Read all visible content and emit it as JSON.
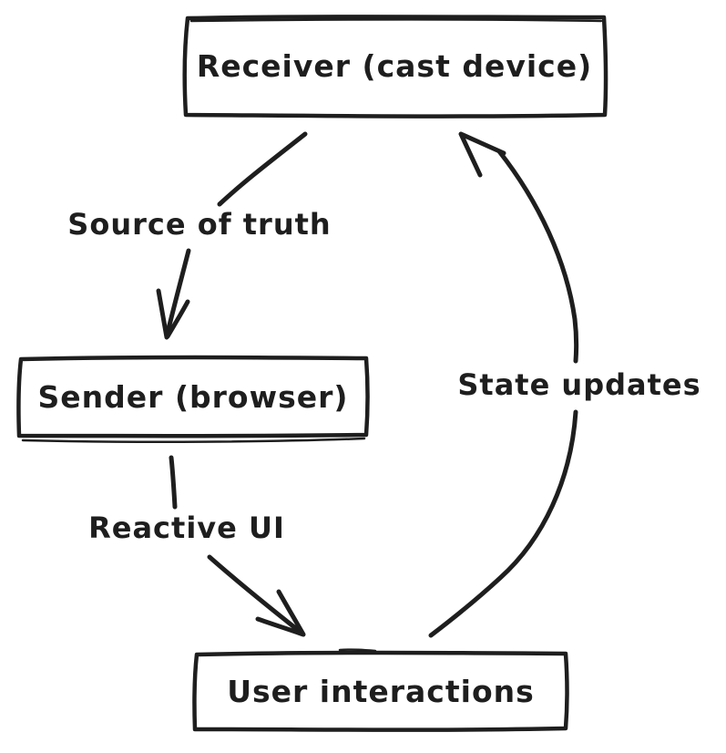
{
  "diagram": {
    "background_color": "#ffffff",
    "stroke_color": "#1e1e1e",
    "style": "hand-drawn",
    "nodes": [
      {
        "id": "receiver",
        "label": "Receiver (cast device)"
      },
      {
        "id": "sender",
        "label": "Sender (browser)"
      },
      {
        "id": "user_interactions",
        "label": "User interactions"
      }
    ],
    "edges": [
      {
        "from": "receiver",
        "to": "sender",
        "label": "Source of truth",
        "direction": "down"
      },
      {
        "from": "sender",
        "to": "user_interactions",
        "label": "Reactive UI",
        "direction": "down"
      },
      {
        "from": "user_interactions",
        "to": "receiver",
        "label": "State updates",
        "direction": "up-curved"
      }
    ]
  }
}
